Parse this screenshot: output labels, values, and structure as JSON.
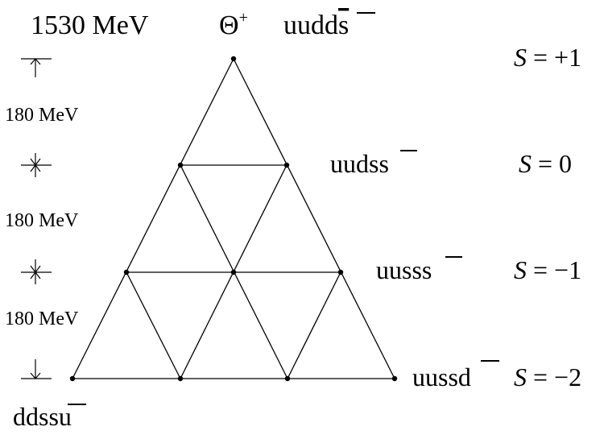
{
  "header": {
    "mass": "1530 MeV",
    "particle_base": "Θ",
    "particle_sup": "+",
    "quark_content": "uudd",
    "quark_anti": "s"
  },
  "spacing": {
    "labels": [
      "180 MeV",
      "180 MeV",
      "180 MeV"
    ]
  },
  "rows": [
    {
      "quark_base": "",
      "quark_anti": "",
      "strangeness": "S = +1"
    },
    {
      "quark_base": "uuds",
      "quark_anti": "s",
      "strangeness": "S = 0"
    },
    {
      "quark_base": "uuss",
      "quark_anti": "s",
      "strangeness": "S = −1"
    },
    {
      "quark_base": "uuss",
      "quark_anti": "d",
      "strangeness": "S = −2"
    }
  ],
  "corner": {
    "quark_base": "ddss",
    "quark_anti": "u"
  },
  "colors": {
    "line": "#000000",
    "text": "#000000"
  }
}
